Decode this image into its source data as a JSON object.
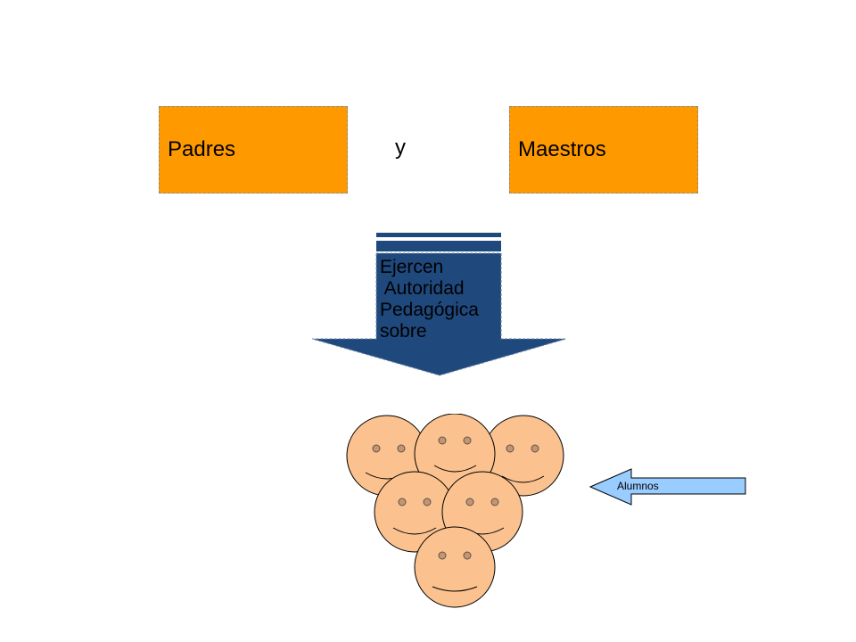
{
  "boxes": {
    "left_label": "Padres",
    "right_label": "Maestros",
    "connector": "y",
    "fill_color": "#ff9900"
  },
  "arrow": {
    "text": "Ejercen\n Autoridad\nPedagógica\nsobre",
    "color": "#1f497d"
  },
  "students": {
    "label": "Alumnos",
    "face_color": "#fbc28f",
    "pointer_color": "#99ccff"
  }
}
